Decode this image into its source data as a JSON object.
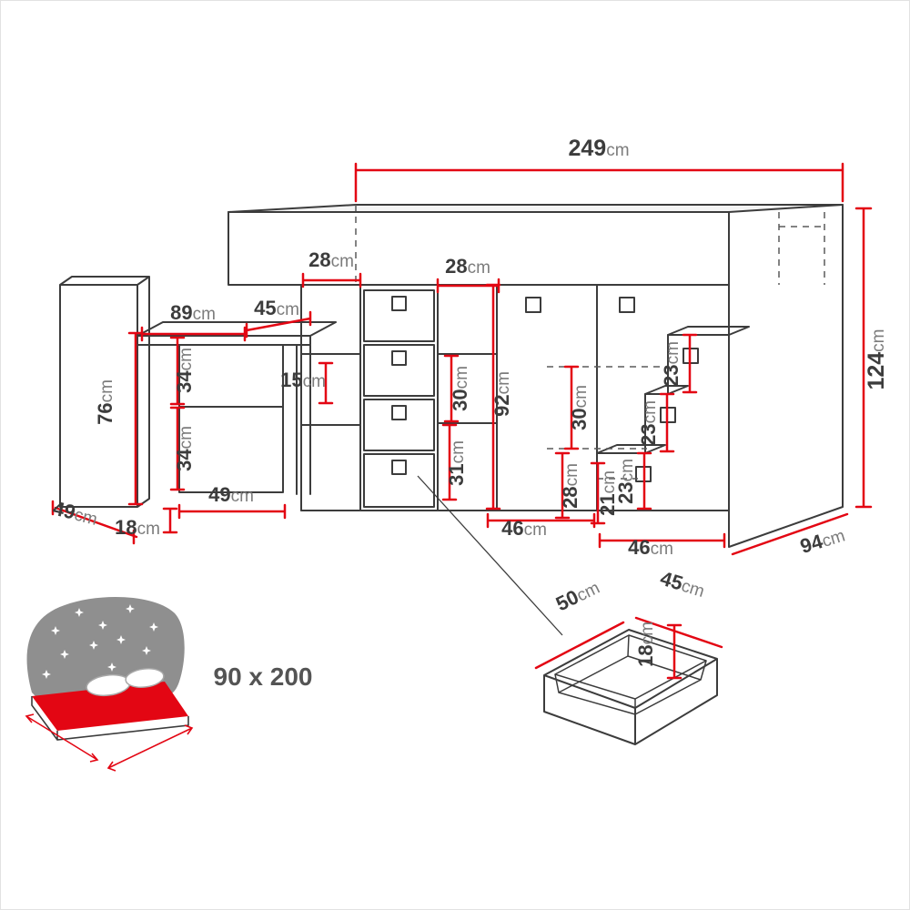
{
  "diagram": {
    "product": "Loft bed with desk, cabinets, drawers and stairs - dimension drawing",
    "unit": "cm",
    "accent_color": "#e30613",
    "line_color": "#3c3c3c",
    "bed_size": "90 x 200",
    "dims": {
      "total_width": "249",
      "total_height": "124",
      "total_depth": "94",
      "shelf_col_left_width": "28",
      "shelf_col_right_width": "28",
      "desk_width": "89",
      "desk_depth": "45",
      "desk_panel": "15",
      "desk_shelf_upper": "34",
      "desk_shelf_lower": "34",
      "headboard_height": "76",
      "headboard_width": "49",
      "headboard_depth": "18",
      "underdesk_width": "49",
      "cabinet_height": "92",
      "shelf_upper_height": "30",
      "shelf_lower_height": "31",
      "stair_shelf_upper": "30",
      "stair_shelf_lower": "28",
      "stair_base": "21",
      "step_riser_1": "23",
      "step_riser_2": "23",
      "step_riser_3": "23",
      "cabinet_width": "46",
      "stairs_width": "46",
      "drawer_width": "50",
      "drawer_depth": "45",
      "drawer_height": "18"
    }
  }
}
